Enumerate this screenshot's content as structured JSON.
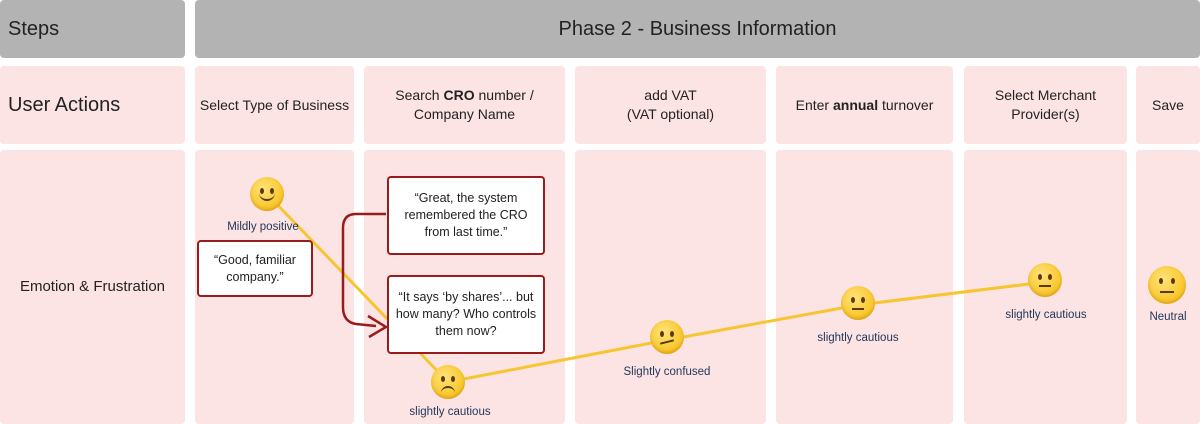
{
  "header": {
    "steps_label": "Steps",
    "phase_label": "Phase 2 - Business Information"
  },
  "rows": {
    "user_actions": "User Actions",
    "emotion": "Emotion & Frustration"
  },
  "actions": [
    {
      "pre": "Select Type of Business",
      "bold": "",
      "post": ""
    },
    {
      "pre": "Search ",
      "bold": "CRO",
      "post": " number  /\nCompany Name"
    },
    {
      "pre": "add VAT\n(VAT optional)",
      "bold": "",
      "post": ""
    },
    {
      "pre": "Enter ",
      "bold": "annual",
      "post": " turnover"
    },
    {
      "pre": "Select Merchant\nProvider(s)",
      "bold": "",
      "post": ""
    },
    {
      "pre": "Save",
      "bold": "",
      "post": ""
    }
  ],
  "quotes": {
    "familiar": "“Good, familiar company.”",
    "remembered": "“Great, the system remembered the CRO from last time.”",
    "shares": "“It says ‘by shares’... but how many? Who controls them now?"
  },
  "emotions": {
    "mildly_positive": "Mildly positive",
    "slightly_cautious_1": "slightly cautious",
    "slightly_confused": "Slightly confused",
    "slightly_cautious_2": "slightly cautious",
    "slightly_cautious_3": "slightly cautious",
    "neutral": "Neutral"
  },
  "colors": {
    "header_bg": "#b3b3b3",
    "cell_bg": "#fde4e4",
    "quote_border": "#9a1b1b",
    "journey_line": "#f7c531",
    "emotion_label": "#1d3557"
  }
}
